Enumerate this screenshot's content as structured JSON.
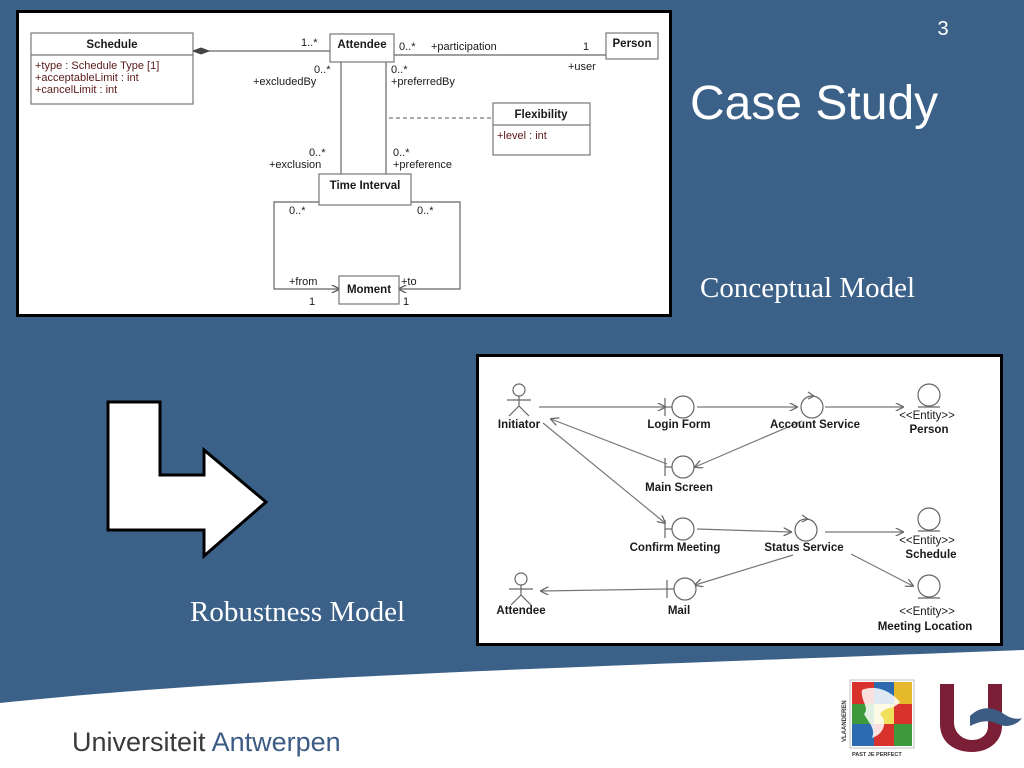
{
  "slide": {
    "page_number": "3",
    "title": "Case Study",
    "caption_conceptual": "Conceptual Model",
    "caption_robustness": "Robustness Model",
    "university": {
      "part1": "Universiteit",
      "part2": "Antwerpen"
    },
    "logo_text": {
      "flanders_vertical": "VLAANDEREN",
      "flanders_slogan": "PAST JE PERFECT"
    },
    "colors": {
      "background": "#3c6189",
      "footer": "#ffffff",
      "ua_blue": "#3d5c84",
      "ua_maroon": "#7a1f35"
    }
  },
  "conceptual_model": {
    "classes": {
      "schedule": {
        "name": "Schedule",
        "attributes": [
          "+type : Schedule Type [1]",
          "+acceptableLimit : int",
          "+cancelLimit : int"
        ]
      },
      "attendee": {
        "name": "Attendee"
      },
      "person": {
        "name": "Person"
      },
      "flexibility": {
        "name": "Flexibility",
        "attributes": [
          "+level : int"
        ]
      },
      "time_interval": {
        "name": "Time Interval"
      },
      "moment": {
        "name": "Moment"
      }
    },
    "labels": {
      "schedule_attendee_mult": "1..*",
      "attendee_part_mult": "0..*",
      "participation": "+participation",
      "person_mult": "1",
      "user": "+user",
      "excluded_mult": "0..*",
      "excluded_by": "+excludedBy",
      "preferred_mult": "0..*",
      "preferred_by": "+preferredBy",
      "exclusion_mult": "0..*",
      "exclusion": "+exclusion",
      "preference_mult": "0..*",
      "preference": "+preference",
      "ti_left_mult": "0..*",
      "ti_right_mult": "0..*",
      "from": "+from",
      "to": "+to",
      "from_mult": "1",
      "to_mult": "1"
    }
  },
  "robustness_model": {
    "nodes": {
      "initiator": {
        "label": "Initiator",
        "icon": "actor-icon"
      },
      "login_form": {
        "label": "Login Form",
        "icon": "boundary-icon"
      },
      "account_service": {
        "label": "Account Service",
        "icon": "control-icon"
      },
      "person": {
        "stereotype": "<<Entity>>",
        "label": "Person",
        "icon": "entity-icon"
      },
      "main_screen": {
        "label": "Main Screen",
        "icon": "boundary-icon"
      },
      "confirm_meeting": {
        "label": "Confirm Meeting",
        "icon": "boundary-icon"
      },
      "status_service": {
        "label": "Status Service",
        "icon": "control-icon"
      },
      "schedule": {
        "stereotype": "<<Entity>>",
        "label": "Schedule",
        "icon": "entity-icon"
      },
      "attendee": {
        "label": "Attendee",
        "icon": "actor-icon"
      },
      "mail": {
        "label": "Mail",
        "icon": "boundary-icon"
      },
      "meeting_location": {
        "stereotype": "<<Entity>>",
        "label": "Meeting Location",
        "icon": "entity-icon"
      }
    }
  }
}
